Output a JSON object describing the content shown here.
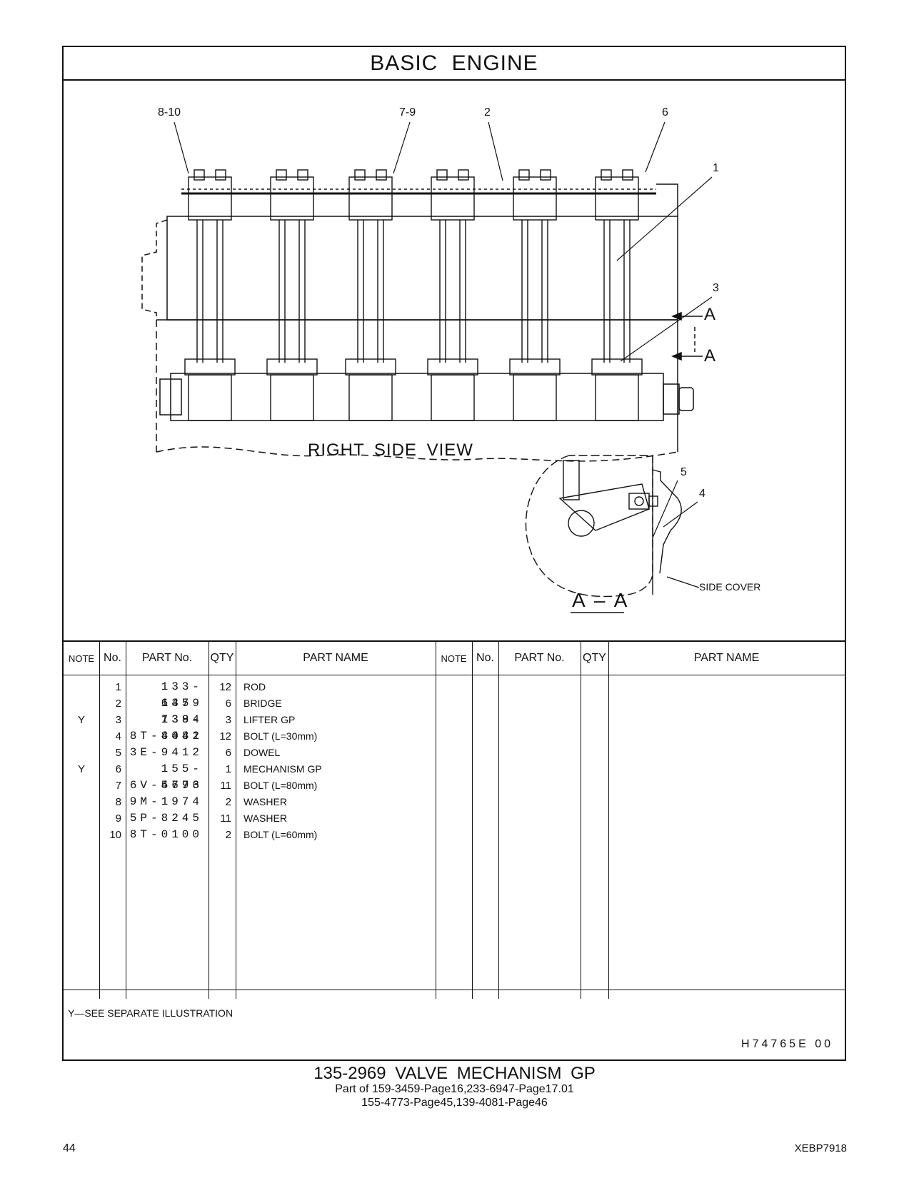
{
  "header": {
    "title": "BASIC ENGINE"
  },
  "drawing": {
    "callouts": [
      "8-10",
      "7-9",
      "2",
      "6",
      "1",
      "3",
      "5",
      "4"
    ],
    "section_marks": [
      "A",
      "A"
    ],
    "view_label": "RIGHT SIDE VIEW",
    "side_cover_label": "SIDE COVER",
    "section_label": "A – A"
  },
  "table": {
    "headers": {
      "note": "NOTE",
      "no": "No.",
      "part_no": "PART No.",
      "qty": "QTY",
      "part_name": "PART NAME"
    },
    "rows": [
      {
        "note": "",
        "no": "1",
        "part_no": "133-6379",
        "qty": "12",
        "name": "ROD"
      },
      {
        "note": "",
        "no": "2",
        "part_no": "145-7384",
        "qty": "6",
        "name": "BRIDGE"
      },
      {
        "note": "Y",
        "no": "3",
        "part_no": "139-4081",
        "qty": "3",
        "name": "LIFTER GP"
      },
      {
        "note": "",
        "no": "4",
        "part_no": "8T-8442",
        "qty": "12",
        "name": "BOLT (L=30mm)"
      },
      {
        "note": "",
        "no": "5",
        "part_no": "3E-9412",
        "qty": "6",
        "name": "DOWEL"
      },
      {
        "note": "Y",
        "no": "6",
        "part_no": "155-4773",
        "qty": "1",
        "name": "MECHANISM GP"
      },
      {
        "note": "",
        "no": "7",
        "part_no": "6V-5696",
        "qty": "11",
        "name": "BOLT (L=80mm)"
      },
      {
        "note": "",
        "no": "8",
        "part_no": "9M-1974",
        "qty": "2",
        "name": "WASHER"
      },
      {
        "note": "",
        "no": "9",
        "part_no": "5P-8245",
        "qty": "11",
        "name": "WASHER"
      },
      {
        "note": "",
        "no": "10",
        "part_no": "8T-0100",
        "qty": "2",
        "name": "BOLT (L=60mm)"
      }
    ],
    "footnote": "Y—SEE SEPARATE ILLUSTRATION",
    "illustration_code": "H74765E   00"
  },
  "caption": {
    "main": "135-2969 VALVE MECHANISM GP",
    "line1": "Part of 159-3459-Page16,233-6947-Page17.01",
    "line2": "155-4773-Page45,139-4081-Page46"
  },
  "page": {
    "number": "44",
    "doc_code": "XEBP7918"
  }
}
